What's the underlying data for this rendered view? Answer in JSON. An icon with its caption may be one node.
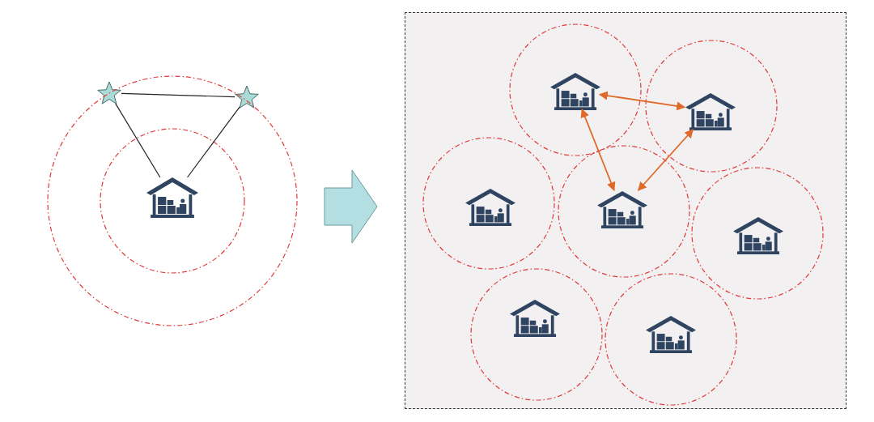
{
  "diagram": {
    "nodes": [
      {
        "text": [],
        "shape": "star"
      },
      {
        "text": [],
        "shape": "star"
      },
      {
        "text": [],
        "shape": "circle"
      },
      {
        "text": [],
        "shape": "circle",
        "in": 2
      },
      {
        "text": [],
        "shape": "house",
        "in": 3
      },
      {
        "text": [],
        "shape": "box"
      },
      {
        "text": [],
        "shape": "circle",
        "in": 5
      },
      {
        "text": [],
        "shape": "house",
        "in": 6
      },
      {
        "text": [],
        "shape": "circle",
        "in": 5
      },
      {
        "text": [],
        "shape": "house",
        "in": 8
      },
      {
        "text": [],
        "shape": "circle",
        "in": 5
      },
      {
        "text": [],
        "shape": "house",
        "in": 10
      },
      {
        "text": [],
        "shape": "circle",
        "in": 5
      },
      {
        "text": [],
        "shape": "house",
        "in": 12
      },
      {
        "text": [],
        "shape": "circle",
        "in": 5
      },
      {
        "text": [],
        "shape": "house",
        "in": 14
      },
      {
        "text": [],
        "shape": "circle",
        "in": 5
      },
      {
        "text": [],
        "shape": "house",
        "in": 16
      },
      {
        "text": [],
        "shape": "circle",
        "in": 5
      },
      {
        "text": [],
        "shape": "house",
        "in": 18
      }
    ],
    "edges": [
      {
        "from": 0,
        "to": 1,
        "arrow": "none"
      },
      {
        "from": 0,
        "to": 4,
        "arrow": "none"
      },
      {
        "from": 1,
        "to": 4,
        "arrow": "none"
      },
      {
        "from": 2,
        "to": 5,
        "arrow": "to",
        "style": "thick",
        "color": "#b4dfe2"
      },
      {
        "from": 7,
        "to": 9,
        "arrow": "both",
        "color": "#e0692a"
      },
      {
        "from": 7,
        "to": 13,
        "arrow": "both",
        "color": "#e0692a"
      },
      {
        "from": 13,
        "to": 9,
        "arrow": "both",
        "color": "#e0692a"
      }
    ]
  }
}
